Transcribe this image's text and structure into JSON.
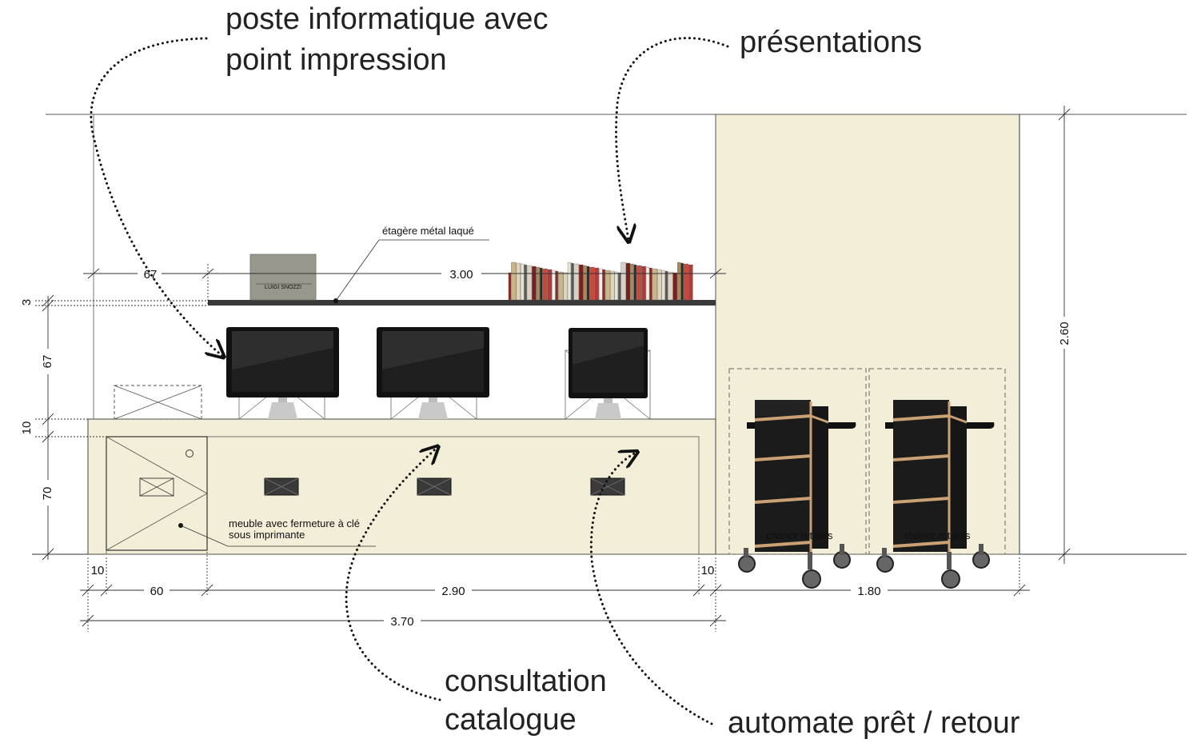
{
  "annotations": {
    "poste_line1": "poste informatique avec",
    "poste_line2": "point impression",
    "presentations": "présentations",
    "consultation_line1": "consultation",
    "consultation_line2": "catalogue",
    "automate": "automate prêt / retour"
  },
  "labels": {
    "etagere": "étagère métal laqué",
    "meuble_line1": "meuble avec fermeture à clé",
    "meuble_line2": "sous imprimante",
    "book_cover": "LUIGI SNOZZI",
    "chariot_label": "chariot retours"
  },
  "dimensions": {
    "d67_top": "67",
    "d300": "3.00",
    "d3": "3",
    "d67_side": "67",
    "d10_side": "10",
    "d70": "70",
    "d10_left": "10",
    "d60": "60",
    "d290": "2.90",
    "d10_right": "10",
    "d180": "1.80",
    "d370": "3.70",
    "d260": "2.60"
  },
  "colors": {
    "cream": "#f3eed8",
    "line": "#333333",
    "shelf": "#3a3a3a",
    "screen": "#111111",
    "cart": "#1b1b1b",
    "cart_wood": "#c9a173"
  }
}
